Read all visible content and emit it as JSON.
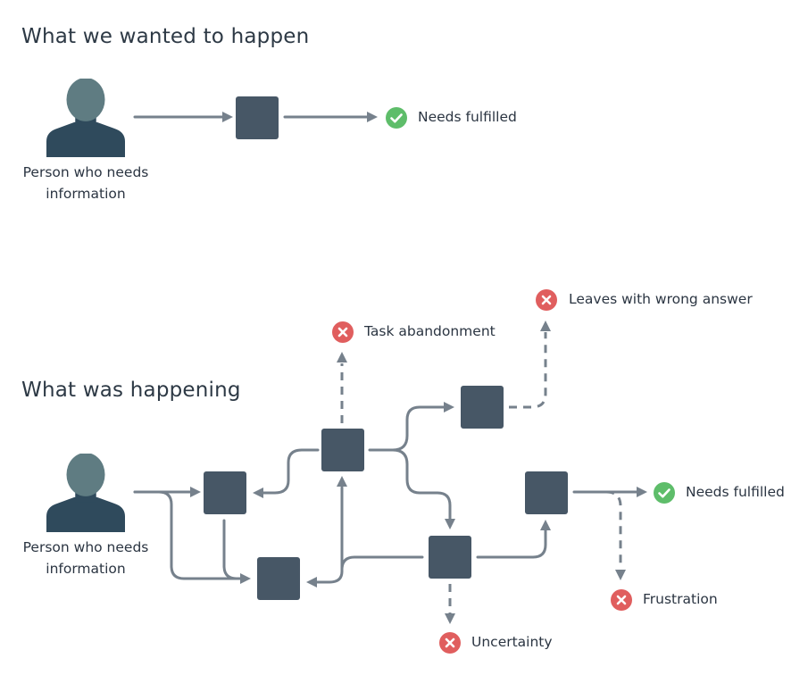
{
  "sections": {
    "top": {
      "title": "What we wanted to happen",
      "person_label": [
        "Person who needs",
        "information"
      ],
      "outcome": "Needs fulfilled"
    },
    "bottom": {
      "title": "What was happening",
      "person_label": [
        "Person who needs",
        "information"
      ],
      "outcomes": {
        "task_abandonment": "Task abandonment",
        "wrong_answer": "Leaves with wrong answer",
        "needs_fulfilled": "Needs fulfilled",
        "frustration": "Frustration",
        "uncertainty": "Uncertainty"
      }
    }
  },
  "icons": {
    "person": "person-silhouette-icon",
    "success": "check-circle-icon",
    "failure": "x-circle-icon"
  },
  "colors": {
    "person_head": "#5f7c82",
    "person_body": "#2f4a5c",
    "node": "#475766",
    "arrow": "#76818c",
    "success": "#5ebd6a",
    "failure": "#e05e5e",
    "text": "#2b3542"
  }
}
